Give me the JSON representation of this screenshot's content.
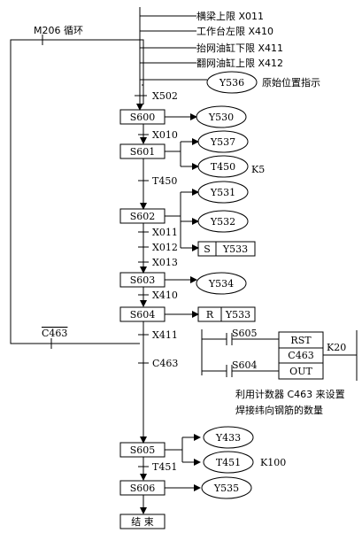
{
  "top_conditions": [
    {
      "text": "横梁上限 X011"
    },
    {
      "text": "工作台左限 X410"
    },
    {
      "text": "抬网油缸下限 X411"
    },
    {
      "text": "翻网油缸上限 X412"
    }
  ],
  "loop": {
    "label": "M206 循环",
    "return_label": "C463"
  },
  "steps": {
    "s600": "S600",
    "s601": "S601",
    "s602": "S602",
    "s603": "S603",
    "s604": "S604",
    "s605": "S605",
    "s606": "S606",
    "end": "结 束"
  },
  "transitions": {
    "t_x502": "X502",
    "t_x010": "X010",
    "t_t450": "T450",
    "t_x011": "X011",
    "t_x012": "X012",
    "t_x013": "X013",
    "t_x410": "X410",
    "t_x411": "X411",
    "t_c463": "C463",
    "t_t451": "T451"
  },
  "outputs": {
    "y536": "Y536",
    "y536_note": "原始位置指示",
    "y530": "Y530",
    "y537": "Y537",
    "t450": "T450",
    "t450_k": "K5",
    "y531": "Y531",
    "y532": "Y532",
    "set_s": "S",
    "y533_set": "Y533",
    "y534": "Y534",
    "reset_r": "R",
    "y533_reset": "Y533",
    "y433": "Y433",
    "t451": "T451",
    "t451_k": "K100",
    "y535": "Y535"
  },
  "counter": {
    "contact_s605": "S605",
    "contact_s604": "S604",
    "rst": "RST",
    "c463": "C463",
    "out": "OUT",
    "k": "K20",
    "note_line1": "利用计数器 C463 来设置",
    "note_line2": "焊接纬向钢筋的数量"
  }
}
